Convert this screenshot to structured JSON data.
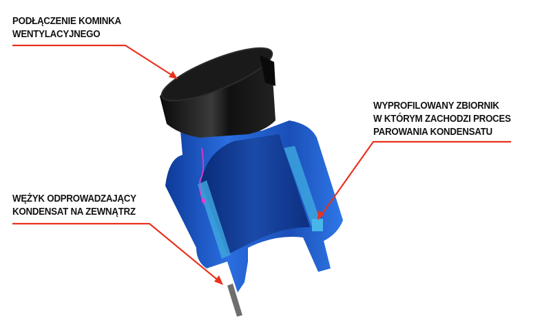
{
  "labels": {
    "vent_connection": {
      "line1": "PODŁĄCZENIE KOMINKA",
      "line2": "WENTYLACYJNEGO"
    },
    "reservoir": {
      "line1": "WYPROFILOWANY ZBIORNIK",
      "line2": "W KTÓRYM ZACHODZI PROCES",
      "line3": "PAROWANIA KONDENSATU"
    },
    "drain_hose": {
      "line1": "WĘŻYK ODPROWADZAJĄCY",
      "line2": "KONDENSAT NA ZEWNĄTRZ"
    }
  },
  "colors": {
    "leader": "#e8321e",
    "body": "#1f5fd0",
    "pipe": "#151515",
    "flow_arrow": "#ff33cc"
  }
}
